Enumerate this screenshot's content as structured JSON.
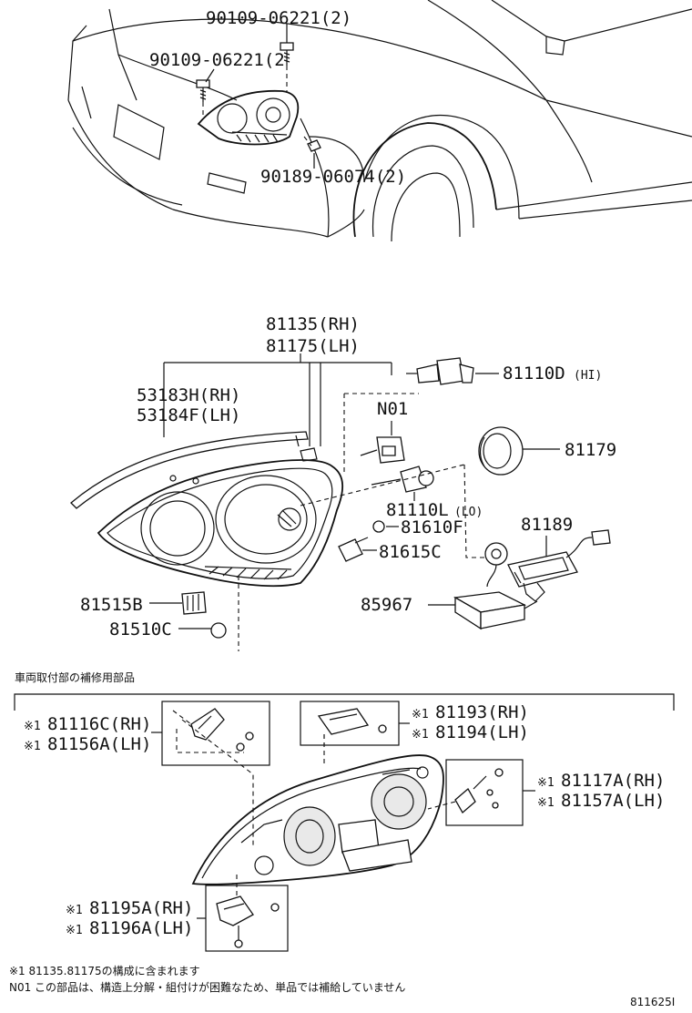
{
  "labels": {
    "bolt_90109_top": "90109-06221(2)",
    "bolt_90109_left": "90109-06221(2",
    "nut_90189": "90189-06074(2)",
    "headlamp_rh": "81135(RH)",
    "headlamp_lh": "81175(LH)",
    "bracket_rh": "53183H(RH)",
    "bracket_lh": "53184F(LH)",
    "bulb_hi": "81110D",
    "bulb_hi_suffix": "(HI)",
    "n01": "N01",
    "cap_81179": "81179",
    "bulb_lo": "81110L",
    "bulb_lo_suffix": "(LO)",
    "bulb_81610F": "81610F",
    "socket_81615C": "81615C",
    "ballast_81189": "81189",
    "computer_85967": "85967",
    "socket_81515B": "81515B",
    "bulb_81510C": "81510C",
    "repair_heading": "車両取付部の補修用部品",
    "mark": "※1",
    "part_81116C": "81116C(RH)",
    "part_81156A": "81156A(LH)",
    "part_81193": "81193(RH)",
    "part_81194": "81194(LH)",
    "part_81117A": "81117A(RH)",
    "part_81157A": "81157A(LH)",
    "part_81195A": "81195A(RH)",
    "part_81196A": "81196A(LH)",
    "note_1": "※1 81135.81175の構成に含まれます",
    "note_2": "N01 この部品は、構造上分解・組付けが困難なため、単品では補給していません",
    "figure_code": "811625I"
  }
}
